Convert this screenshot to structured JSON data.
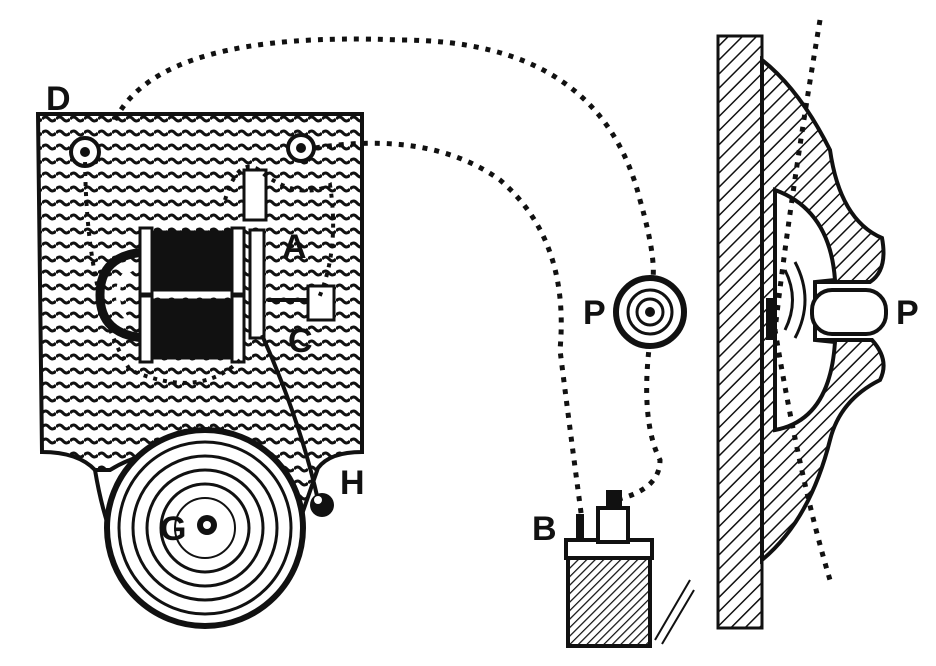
{
  "labels": {
    "a": "A",
    "b": "B",
    "c": "C",
    "d": "D",
    "g": "G",
    "h": "H",
    "p_button": "P",
    "p_section": "P"
  },
  "colors": {
    "ink": "#111111",
    "paper": "#ffffff"
  }
}
